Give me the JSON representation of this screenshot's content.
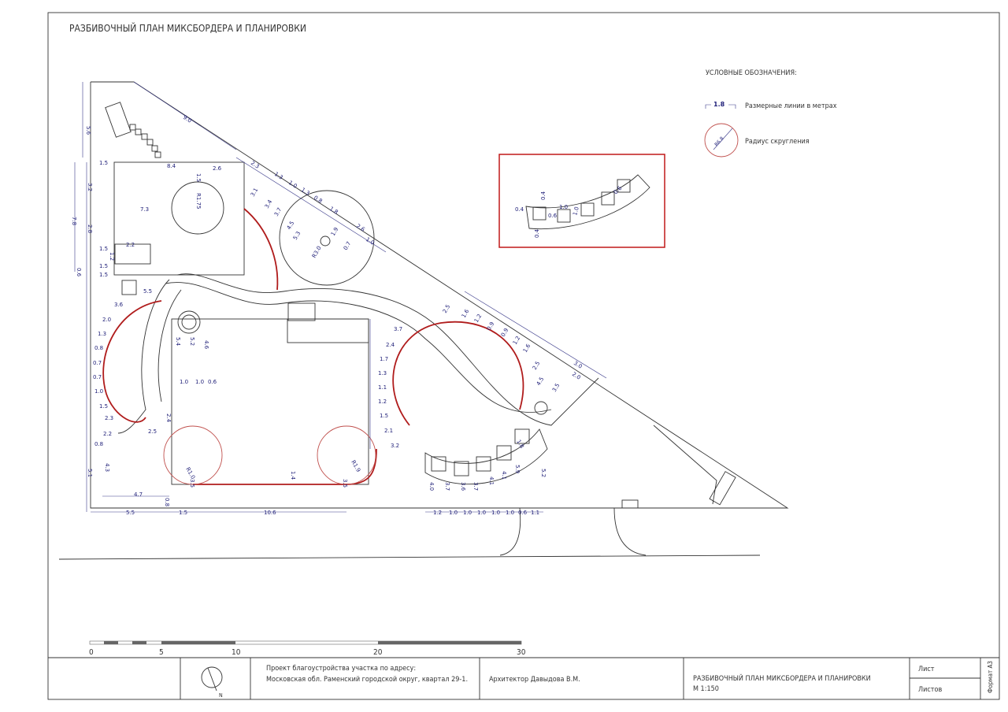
{
  "title": "РАЗБИВОЧНЫЙ ПЛАН МИКСБОРДЕРА И ПЛАНИРОВКИ",
  "legend": {
    "heading": "УСЛОВНЫЕ ОБОЗНАЧЕНИЯ:",
    "dim_sample": "1.8",
    "dim_label": "Размерные линии в метрах",
    "radius_sample": "R6.8",
    "radius_label": "Радиус скругления"
  },
  "scale_bar": {
    "ticks": [
      "0",
      "5",
      "10",
      "20",
      "30"
    ]
  },
  "title_block": {
    "north": "N",
    "project_line1": "Проект благоустройства участка по адресу:",
    "project_line2": "Московская обл. Раменский городской округ, квартал 29-1.",
    "architect": "Архитектор  Давыдова В.М.",
    "sheet_title": "РАЗБИВОЧНЫЙ ПЛАН МИКСБОРДЕРА И ПЛАНИРОВКИ",
    "scale": "М 1:150",
    "sheet": "Лист",
    "sheets": "Листов",
    "format": "Формат А3"
  },
  "inset_dims": [
    "0.4",
    "0.4",
    "1.0",
    "0.6",
    "1.0",
    "0.6",
    "0.4"
  ],
  "dims": [
    "9.0",
    "5.6",
    "1.5",
    "8.4",
    "2.6",
    "1.5",
    "R1.75",
    "7.3",
    "3.2",
    "7.8",
    "2.8",
    "2.2",
    "1.2",
    "1.5",
    "1.5",
    "1.5",
    "0.6",
    "5.5",
    "3.6",
    "2.0",
    "1.3",
    "0.8",
    "0.7",
    "0.7",
    "1.0",
    "1.5",
    "2.3",
    "2.2",
    "0.8",
    "4.3",
    "5.1",
    "4.7",
    "5.5",
    "1.5",
    "10.6",
    "0.8",
    "5.4",
    "5.2",
    "4.6",
    "1.0",
    "1.0",
    "0.6",
    "2.4",
    "2.5",
    "R1.0",
    "3.5",
    "1.4",
    "R1.9",
    "3.5",
    "3.7",
    "2.4",
    "1.7",
    "1.3",
    "1.1",
    "1.2",
    "1.5",
    "2.1",
    "3.2",
    "2.3",
    "1.3",
    "1.0",
    "1.3",
    "0.8",
    "1.8",
    "2.6",
    "1.0",
    "3.1",
    "3.4",
    "3.7",
    "4.5",
    "5.3",
    "R3.0",
    "1.9",
    "0.7",
    "2.5",
    "1.6",
    "1.2",
    "0.9",
    "0.9",
    "1.2",
    "1.6",
    "2.5",
    "4.5",
    "3.5",
    "3.0",
    "2.0",
    "4.0",
    "3.7",
    "3.6",
    "3.7",
    "4.1",
    "4.1",
    "5.9",
    "5.2",
    "1.2",
    "1.0",
    "1.0",
    "1.0",
    "1.0",
    "1.0",
    "0.6",
    "1.1",
    "1.8"
  ]
}
